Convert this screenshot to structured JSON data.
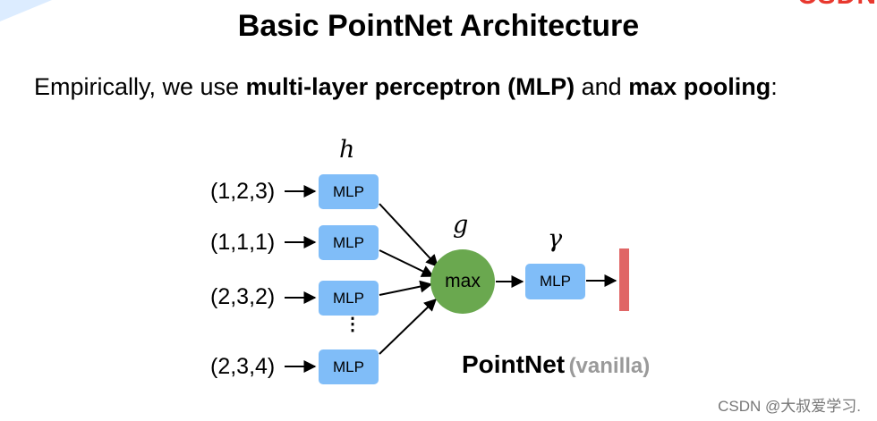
{
  "slide": {
    "title": "Basic PointNet Architecture",
    "subtitle": {
      "part1": "Empirically, we use ",
      "bold1": "multi-layer perceptron (MLP)",
      "part2": " and ",
      "bold2": "max pooling",
      "part3": ":"
    }
  },
  "diagram": {
    "h_symbol": "h",
    "g_symbol": "g",
    "gamma_symbol": "γ",
    "inputs": [
      "(1,2,3)",
      "(1,1,1)",
      "(2,3,2)",
      "(2,3,4)"
    ],
    "mlp_label": "MLP",
    "ellipsis": "⋮",
    "pool_label": "max",
    "caption_main": "PointNet",
    "caption_sub": "(vanilla)",
    "colors": {
      "mlp": "#80bdf8",
      "pool": "#6aa84f",
      "feature": "#e06666"
    }
  },
  "branding": {
    "logo_text": "CSDN",
    "watermark": "CSDN @大叔爱学习."
  }
}
